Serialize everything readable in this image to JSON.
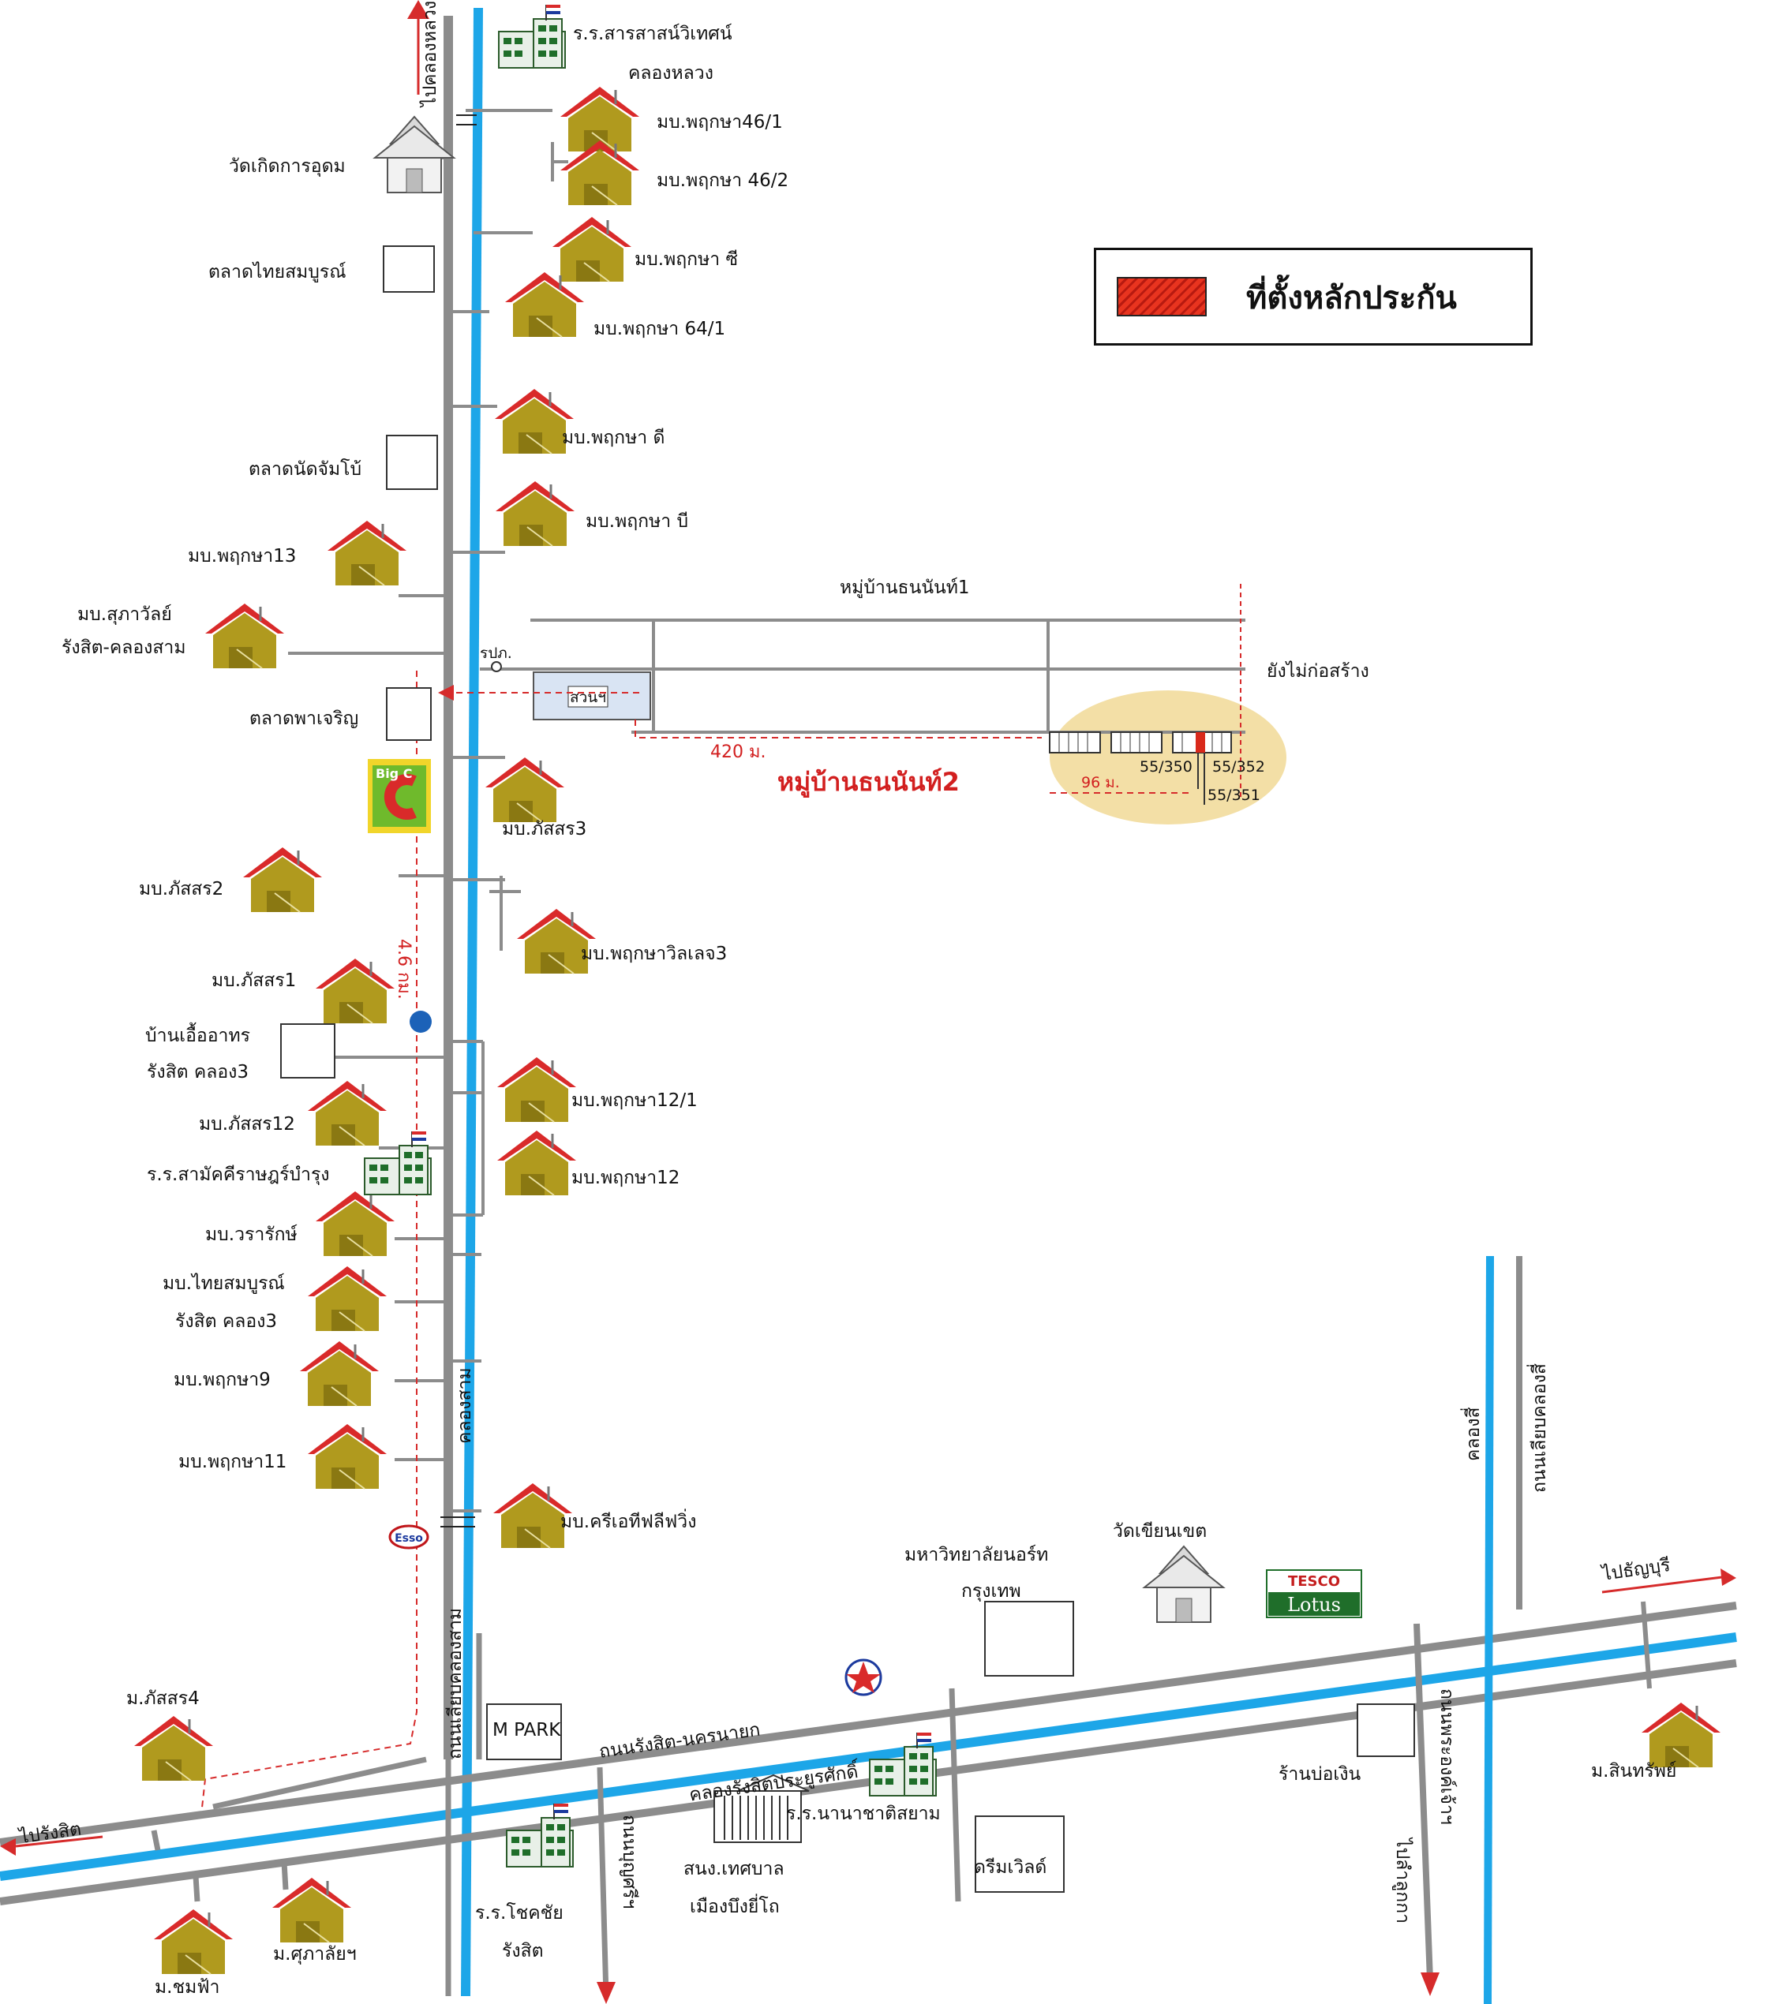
{
  "legend": {
    "label": "ที่ตั้งหลักประกัน",
    "swatch_color": "#d9291b"
  },
  "colors": {
    "canal": "#1da6e8",
    "road": "#8c8c8c",
    "house_roof": "#d92a2a",
    "house_body": "#b09a1e",
    "route": "#d62b2b",
    "highlight": "#f3dfa6"
  },
  "labels": {
    "school_sarasas": "ร.ร.สารสาสน์วิเทศน์",
    "school_sarasas_2": "คลองหลวง",
    "to_khlong_luang": "ไปคลองหลวง",
    "pruksa_46_1": "มบ.พฤกษา46/1",
    "pruksa_46_2": "มบ.พฤกษา  46/2",
    "wat_koet": "วัดเกิดการอุดม",
    "market_thaisomboon": "ตลาดไทยสมบูรณ์",
    "pruksa_c": "มบ.พฤกษา ซี",
    "pruksa_64_1": "มบ.พฤกษา 64/1",
    "pruksa_d": "มบ.พฤกษา ดี",
    "market_natjambo": "ตลาดนัดจัมโบ้",
    "pruksa_b": "มบ.พฤกษา บี",
    "pruksa_13": "มบ.พฤกษา13",
    "suphawan_1": "มบ.สุภาวัลย์",
    "suphawan_2": "รังสิต-คลองสาม",
    "thananan_1": "หมู่บ้านธนนันท์1",
    "post_office": "รปภ.",
    "not_built": "ยังไม่ก่อสร้าง",
    "park_label": "สวนฯ",
    "market_pacharoen": "ตลาดพาเจริญ",
    "dist_420": "420 ม.",
    "thananan_2": "หมู่บ้านธนนันท์2",
    "plot_350": "55/350",
    "plot_352": "55/352",
    "plot_351": "55/351",
    "dist_96": "96 ม.",
    "bigc_logo": "Big C",
    "phatsorn_3": "มบ.ภัสสร3",
    "phatsorn_2": "มบ.ภัสสร2",
    "dist_46km": "4.6 กม.",
    "pruksa_village_3": "มบ.พฤกษาวิลเลจ3",
    "phatsorn_1": "มบ.ภัสสร1",
    "baan_ueaarthorn_1": "บ้านเอื้ออาทร",
    "baan_ueaarthorn_2": "รังสิต คลอง3",
    "pruksa_12_1": "มบ.พฤกษา12/1",
    "phatsorn_12": "มบ.ภัสสร12",
    "school_samakkhi": "ร.ร.สามัคคีราษฎร์บำรุง",
    "pruksa_12": "มบ.พฤกษา12",
    "wararak": "มบ.วรารักษ์",
    "thaisomboon_1": "มบ.ไทยสมบูรณ์",
    "thaisomboon_2": "รังสิต คลอง3",
    "pruksa_9": "มบ.พฤกษา9",
    "khlong_sam": "คลองสาม",
    "pruksa_11": "มบ.พฤกษา11",
    "ciety_feeling": "มบ.ครีเอทีฟลีฟวิ่ง",
    "esso": "Esso",
    "road_khlong_sam": "ถนนเลียบคลองสาม",
    "univ_north_1": "มหาวิทยาลัยนอร์ท",
    "univ_north_2": "กรุงเทพ",
    "wat_khian": "วัดเขียนเขต",
    "tesco": "TESCO",
    "lotus": "Lotus",
    "khlong_si": "คลองสี่",
    "road_khlong_si": "ถนนเลียบคลองสี่",
    "to_thanyaburi": "ไปธัญบุรี",
    "phatsorn_4": "ม.ภัสสร4",
    "m_park": "M PARK",
    "road_rangsit": "ถนนรังสิต-นครนายก",
    "canal_rangsit": "คลองรังสิตประยูรศักดิ์",
    "shop_bo_ngoen": "ร้านบ่อเงิน",
    "sinsap": "ม.สินทรัพย์",
    "to_rangsit": "ไปรังสิต",
    "road_boon_8": "ถนนบุญศรีฯ",
    "road_lam_luk_ka": "ถนนพระองค์เจ้าฯ",
    "to_lam_luk_ka": "ไปลำลูกกา",
    "school_chokchai_1": "ร.ร.โชคชัย",
    "school_chokchai_2": "รังสิต",
    "municipal_1": "สนง.เทศบาล",
    "municipal_2": "เมืองบึงยี่โถ",
    "school_nanachat": "ร.ร.นานาชาติสยาม",
    "dream_world": "ดรีมเวิลด์",
    "supalai": "ม.ศุภาลัยฯ",
    "chomfa": "ม.ชมฟ้า"
  }
}
